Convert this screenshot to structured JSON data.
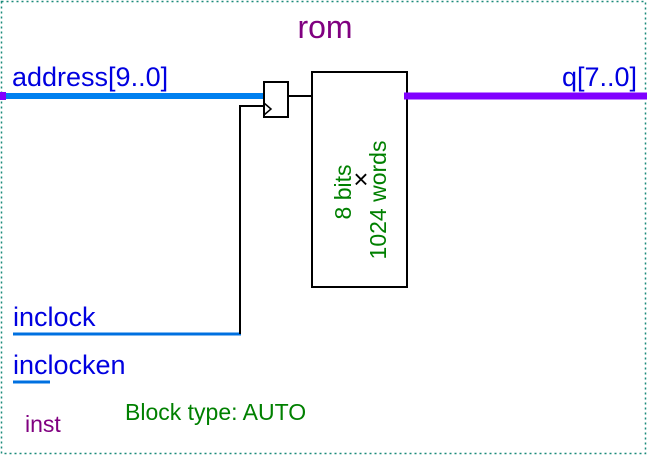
{
  "symbol": {
    "name": "rom",
    "instance": "inst",
    "block_type": "Block type: AUTO"
  },
  "ports": {
    "address": "address[9..0]",
    "inclock": "inclock",
    "inclocken": "inclocken",
    "q": "q[7..0]"
  },
  "memory": {
    "width": "8 bits",
    "cross": "×",
    "depth": "1024 words"
  },
  "colors": {
    "frame": "#1a8a7a",
    "title": "#800080",
    "port_label": "#0000e0",
    "address_bus": "#0080f0",
    "output_bus": "#8000ff",
    "clock_wire": "#0070e0",
    "memory_text": "#008000",
    "block_line": "#000000"
  }
}
